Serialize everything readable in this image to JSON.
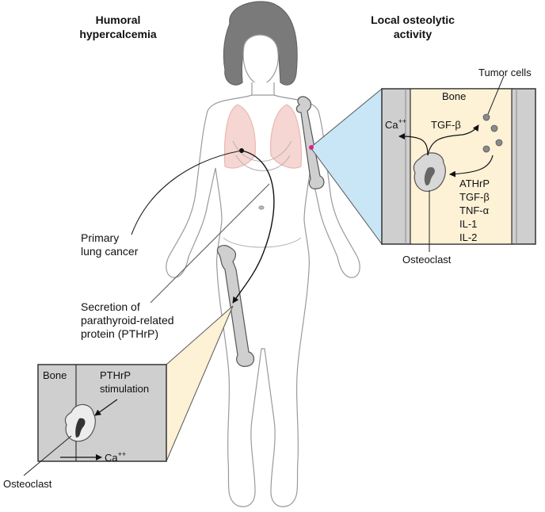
{
  "headings": {
    "left_line1": "Humoral",
    "left_line2": "hypercalcemia",
    "right_line1": "Local osteolytic",
    "right_line2": "activity"
  },
  "labels": {
    "primary_line1": "Primary",
    "primary_line2": "lung cancer",
    "secretion_line1": "Secretion of",
    "secretion_line2": "parathyroid-related",
    "secretion_line3": "protein (PTHrP)",
    "osteoclast_left": "Osteoclast",
    "osteoclast_right": "Osteoclast",
    "tumor_cells": "Tumor cells"
  },
  "local_inset": {
    "bone": "Bone",
    "ca": "Ca",
    "ca_sup": "++",
    "tgf_top": "TGF-β",
    "factors": [
      "ATHrP",
      "TGF-β",
      "TNF-α",
      "IL-1",
      "IL-2"
    ]
  },
  "humoral_inset": {
    "bone": "Bone",
    "pthrp_line1": "PTHrP",
    "pthrp_line2": "stimulation",
    "ca": "Ca",
    "ca_sup": "++"
  },
  "colors": {
    "lung": "#f6d6d2",
    "bone_fill": "#cfcfcf",
    "marrow": "#fdf1d6",
    "projection_blue": "#c9e6f6",
    "projection_yellow": "#fdf1d6",
    "hair": "#7a7a7a",
    "tumor_marker": "#e0208a"
  }
}
